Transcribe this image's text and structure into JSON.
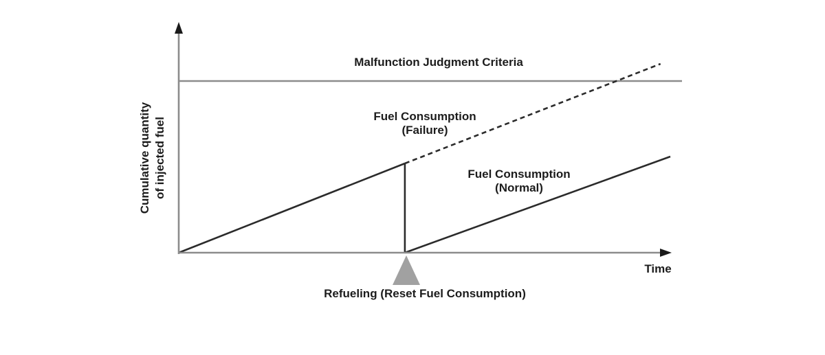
{
  "labels": {
    "criteria_line": "Malfunction Judgment Criteria",
    "failure_series": "Fuel Consumption\n(Failure)",
    "normal_series": "Fuel Consumption\n(Normal)",
    "refueling_annotation": "Refueling (Reset Fuel Consumption)",
    "x_axis": "Time",
    "y_axis": "Cumulative quantity\nof injected fuel"
  },
  "colors": {
    "background": "#ffffff",
    "axis": "#8c8c8c",
    "criteria_line": "#8c8c8c",
    "series_line": "#2b2b2b",
    "arrowhead": "#1a1a1a",
    "refuel_marker": "#a1a1a1",
    "text": "#1c1c1c"
  },
  "chart_data": {
    "type": "line",
    "title": "",
    "xlabel": "Time",
    "ylabel": "Cumulative quantity\nof injected fuel",
    "axes_numeric": false,
    "xlim": [
      0,
      1.0
    ],
    "ylim": [
      0,
      1.15
    ],
    "grid": false,
    "legend_position": "inline-annotations",
    "reference_line": {
      "label": "Malfunction Judgment Criteria",
      "y": 1.0,
      "style": "solid",
      "color": "#8c8c8c"
    },
    "series": [
      {
        "id": "cumulative-before-refuel",
        "label": "",
        "style": "solid",
        "points": [
          [
            0.0,
            0.0
          ],
          [
            0.46,
            0.52
          ]
        ]
      },
      {
        "id": "reset-drop",
        "label": "",
        "style": "solid",
        "points": [
          [
            0.46,
            0.52
          ],
          [
            0.46,
            0.0
          ]
        ]
      },
      {
        "id": "failure",
        "label": "Fuel Consumption (Failure)",
        "style": "dashed",
        "points": [
          [
            0.46,
            0.52
          ],
          [
            0.98,
            1.1
          ]
        ]
      },
      {
        "id": "normal",
        "label": "Fuel Consumption (Normal)",
        "style": "solid",
        "points": [
          [
            0.46,
            0.0
          ],
          [
            1.0,
            0.56
          ]
        ]
      }
    ],
    "annotations": [
      {
        "text": "Refueling (Reset Fuel Consumption)",
        "x": 0.46,
        "y": 0,
        "marker": "gray-triangle-up"
      }
    ]
  }
}
